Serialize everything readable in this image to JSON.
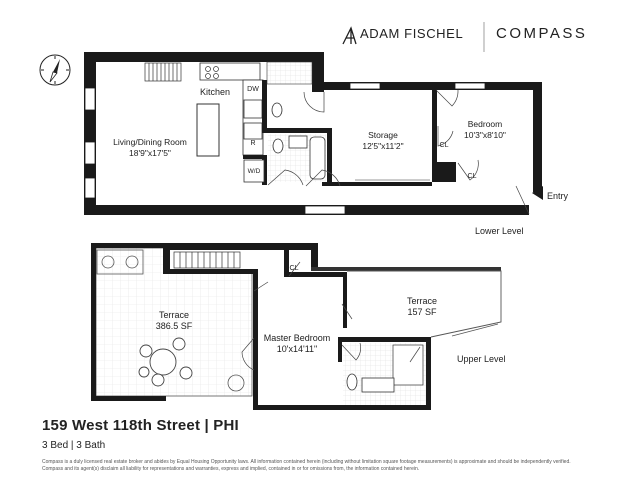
{
  "branding": {
    "agent_name": "ADAM FISCHEL",
    "brokerage": "COMPASS"
  },
  "levels": {
    "lower": "Lower Level",
    "upper": "Upper Level"
  },
  "rooms": {
    "kitchen": {
      "name": "Kitchen"
    },
    "living": {
      "name": "Living/Dining Room",
      "dims": "18'9\"x17'5\""
    },
    "storage": {
      "name": "Storage",
      "dims": "12'5\"x11'2\""
    },
    "bedroom": {
      "name": "Bedroom",
      "dims": "10'3\"x8'10\""
    },
    "terrace_west": {
      "name": "Terrace",
      "size": "386.5 SF"
    },
    "master": {
      "name": "Master Bedroom",
      "dims": "10'x14'11\""
    },
    "terrace_east": {
      "name": "Terrace",
      "size": "157 SF"
    }
  },
  "fixtures": {
    "dw": "DW",
    "fridge": "R",
    "wd": "W/D",
    "closet": "CL"
  },
  "entry": "Entry",
  "listing": {
    "address": "159 West 118th Street | PHI",
    "beds_baths": "3 Bed | 3 Bath"
  },
  "disclaimer": "Compass is a duly licensed real estate broker and abides by Equal Housing Opportunity laws. All information contained herein (including without limitation square footage measurements) is approximate and should be independently verified. Compass and its agent(s) disclaim all liability for representations and warranties, express and implied, contained in or for omissions from, the information contained herein."
}
